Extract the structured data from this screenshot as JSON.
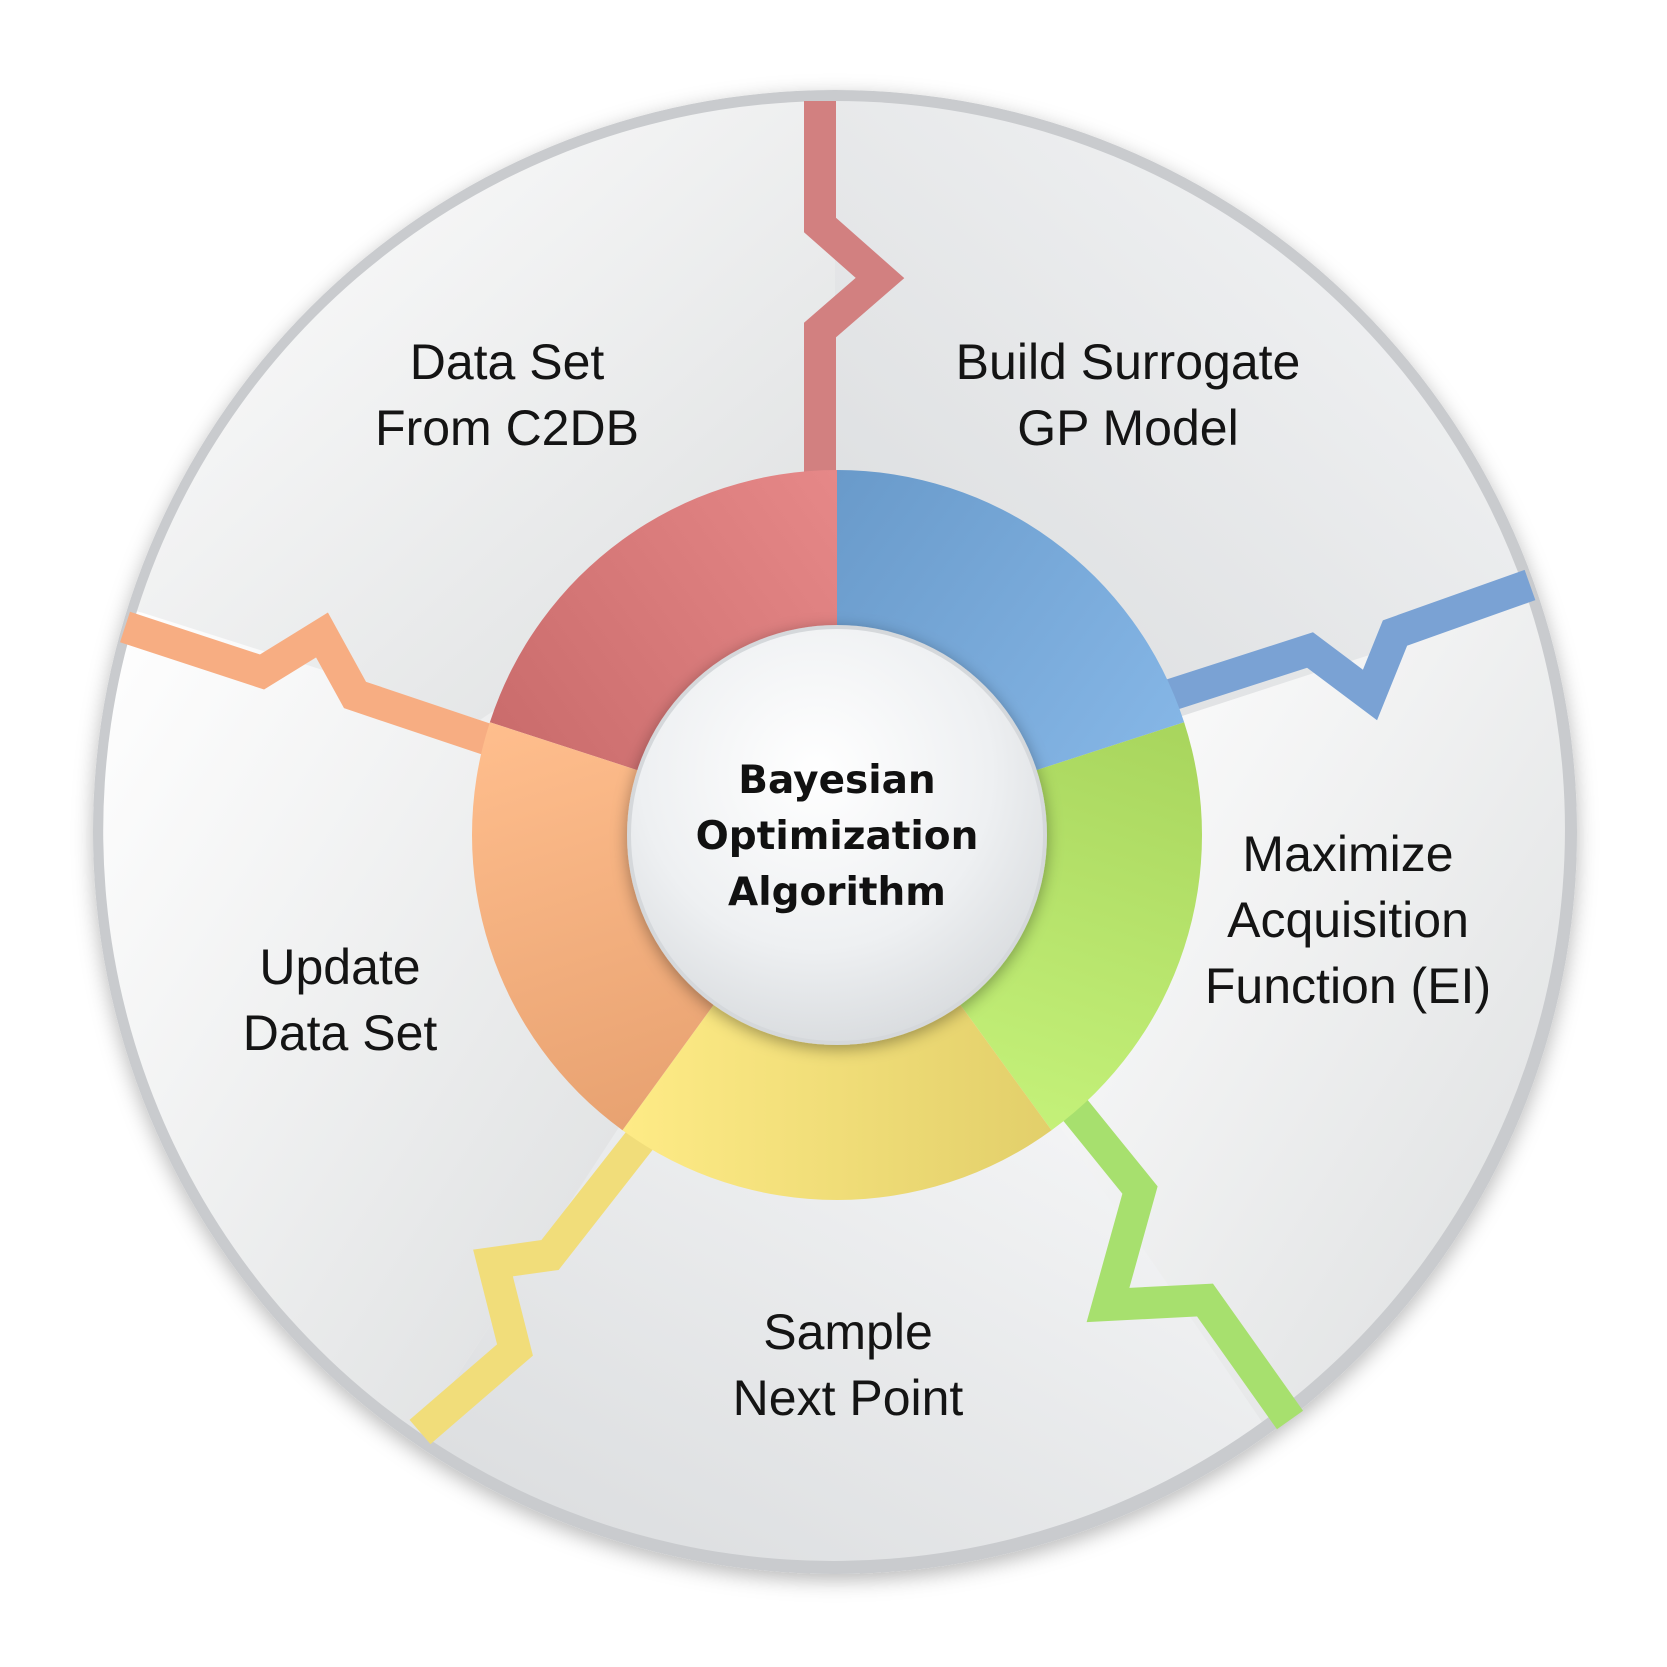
{
  "center": {
    "lines": [
      "Bayesian",
      "Optimization",
      "Algorithm"
    ]
  },
  "stages": [
    {
      "id": "data-set-c2db",
      "lines": [
        "Data Set",
        "From C2DB"
      ],
      "color": "#d87a7a"
    },
    {
      "id": "build-surrogate",
      "lines": [
        "Build Surrogate",
        "GP Model"
      ],
      "color": "#77a8d8"
    },
    {
      "id": "maximize-acquisition",
      "lines": [
        "Maximize",
        "Acquisition",
        "Function (EI)"
      ],
      "color": "#b6e36b"
    },
    {
      "id": "sample-next-point",
      "lines": [
        "Sample",
        "Next Point"
      ],
      "color": "#f0dd78"
    },
    {
      "id": "update-data-set",
      "lines": [
        "Update",
        "Data Set"
      ],
      "color": "#f6b07f"
    }
  ],
  "colors": {
    "disc_rim": "#c9cbce",
    "hub_fill": "#eceef0"
  }
}
